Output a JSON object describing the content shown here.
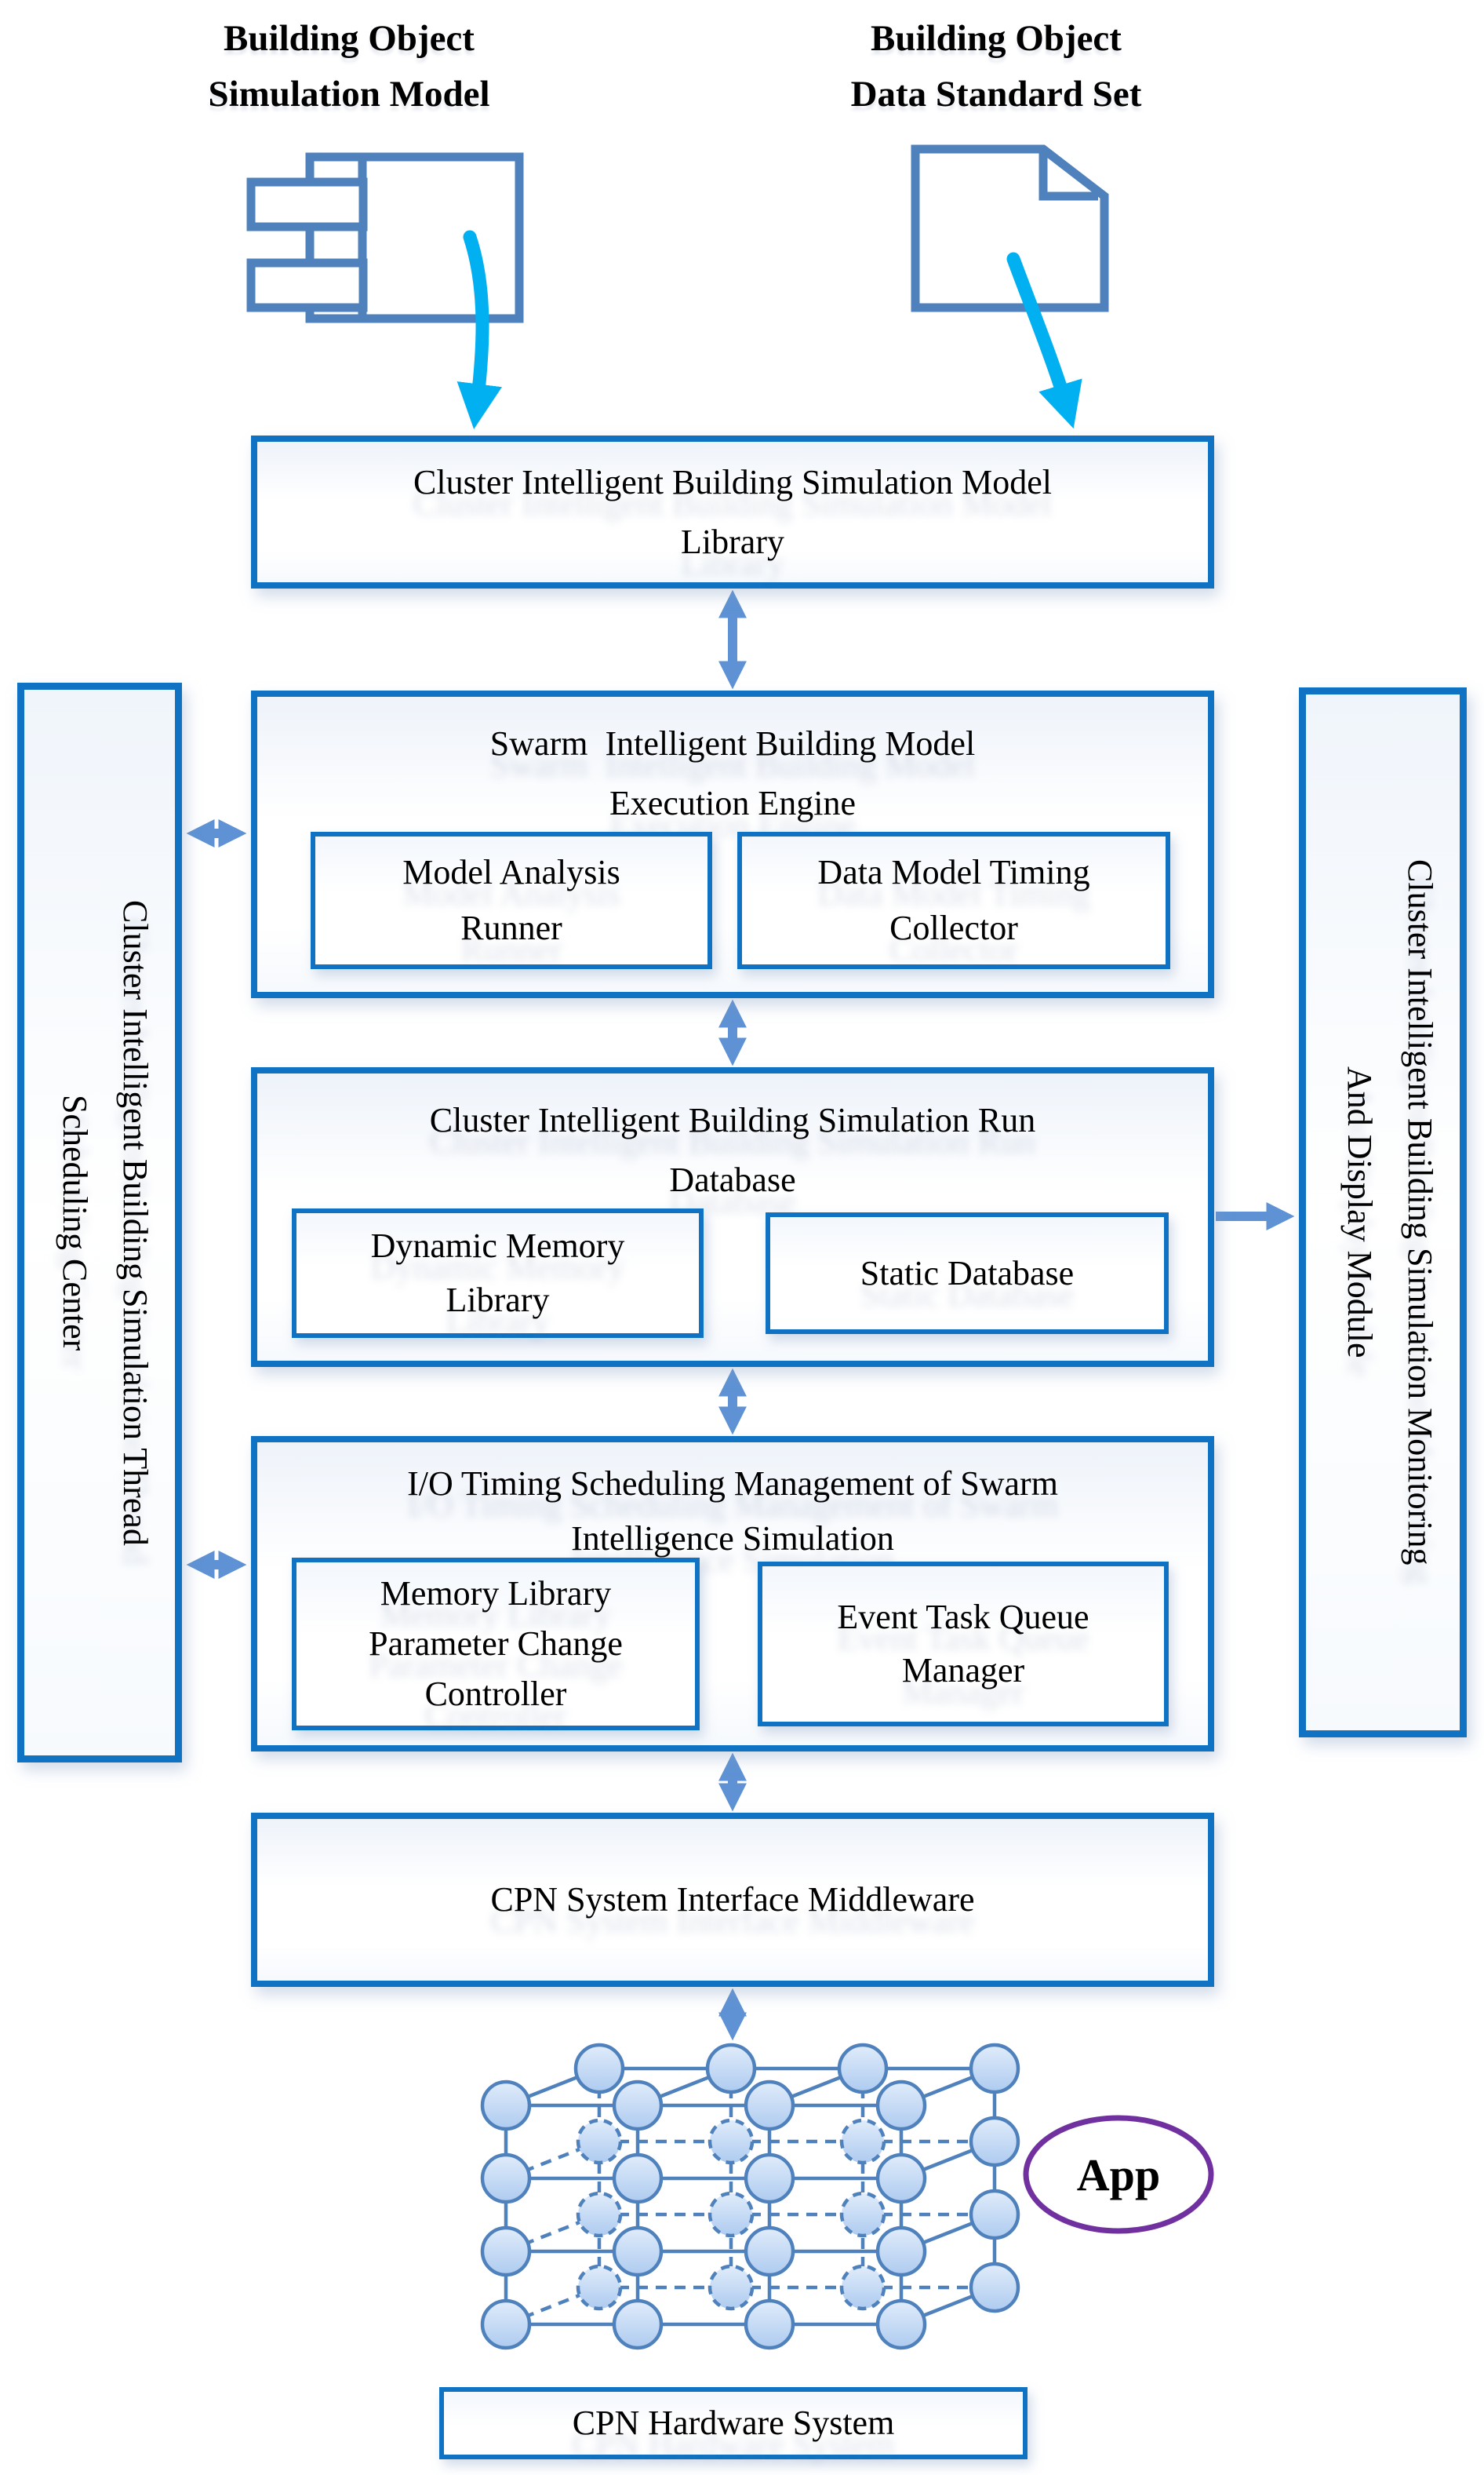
{
  "headers": {
    "model_source": {
      "line1": "Building Object",
      "line2": "Simulation Model",
      "icon": "component-icon"
    },
    "data_source": {
      "line1": "Building Object",
      "line2": "Data Standard Set",
      "icon": "document-icon"
    }
  },
  "left_panel": {
    "line1": "Cluster Intelligent Building Simulation Thread",
    "line2": "Scheduling Center"
  },
  "right_panel": {
    "line1": "Cluster Intelligent Building Simulation Monitoring",
    "line2": "And Display Module"
  },
  "boxes": {
    "model_library": {
      "line1": "Cluster Intelligent Building Simulation Model",
      "line2": "Library"
    },
    "execution_engine": {
      "line1": "Swarm  Intelligent Building Model",
      "line2": "Execution Engine"
    },
    "model_analysis_runner": {
      "line1": "Model Analysis",
      "line2": "Runner"
    },
    "data_model_timing_collector": {
      "line1": "Data Model Timing",
      "line2": "Collector"
    },
    "run_database": {
      "line1": "Cluster Intelligent Building Simulation Run",
      "line2": "Database"
    },
    "dynamic_memory_library": {
      "line1": "Dynamic Memory",
      "line2": "Library"
    },
    "static_database": {
      "label": "Static Database"
    },
    "io_timing": {
      "line1": "I/O Timing Scheduling Management of Swarm",
      "line2": "Intelligence Simulation"
    },
    "memory_library_controller": {
      "line1": "Memory Library",
      "line2": "Parameter Change",
      "line3": "Controller"
    },
    "event_task_queue_manager": {
      "line1": "Event Task Queue",
      "line2": "Manager"
    },
    "middleware": {
      "label": "CPN System Interface Middleware"
    },
    "hardware": {
      "label": "CPN Hardware System"
    }
  },
  "app_node": {
    "label": "App"
  },
  "colors": {
    "box_border_blue": "#0F72C2",
    "connector_steel_blue": "#5E92D4",
    "icon_steel_blue": "#4F81BD",
    "cyan_arrow": "#00B0F0",
    "app_purple": "#7030A0",
    "node_fill_light": "#D6E5F8",
    "node_fill_dark": "#AFCBEF",
    "text_black": "#000000"
  }
}
